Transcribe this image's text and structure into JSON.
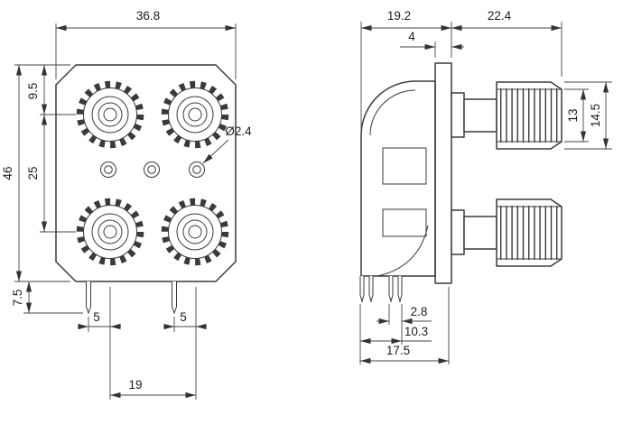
{
  "style": {
    "background": "#ffffff",
    "line_color": "#3a3a3a",
    "dim_color": "#444444",
    "text_color": "#1c1c1c"
  },
  "front_view": {
    "dims": {
      "width": "36.8",
      "height": "46",
      "jack_row_offset": "9.5",
      "jack_row_spacing": "25",
      "hole_diameter": "Ø2.4",
      "pin_length": "7.5",
      "pin_offset_left": "5",
      "pin_offset_right": "5",
      "pin_spacing": "19"
    }
  },
  "side_view": {
    "dims": {
      "body_depth": "19.2",
      "knob_length": "22.4",
      "flange_thickness": "4",
      "knob_face_diameter": "13",
      "knob_diameter": "14.5",
      "pin_width": "2.8",
      "pin_group_span": "10.3",
      "pins_to_flange": "17.5"
    }
  }
}
